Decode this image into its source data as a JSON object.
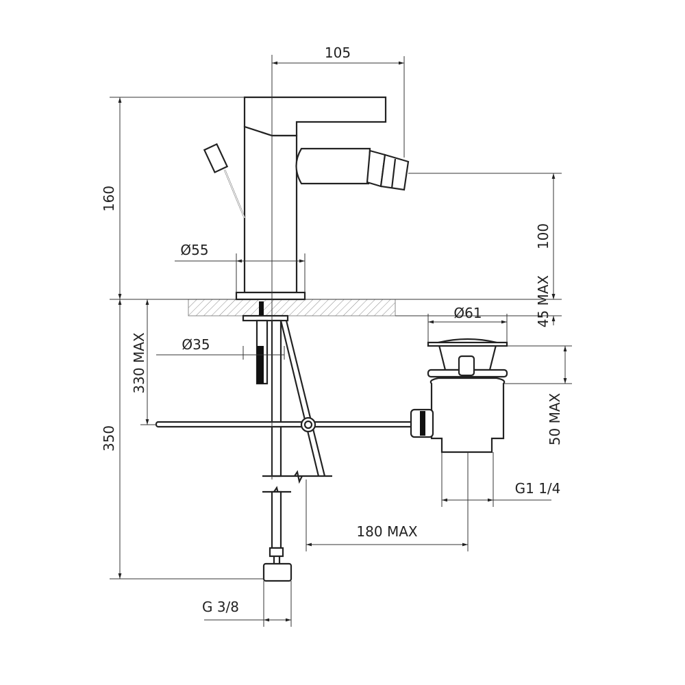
{
  "title": "Bidet mixer technical drawing",
  "dimensions": {
    "spout_reach": "105",
    "total_height": "160",
    "spout_height": "100",
    "base_diameter": "Ø55",
    "deck_thickness": "45 MAX",
    "waste_diameter": "Ø61",
    "shank_diameter": "Ø35",
    "rod_depth": "330 MAX",
    "hose_length": "350",
    "waste_height": "50 MAX",
    "waste_thread": "G1 1/4",
    "rod_reach": "180 MAX",
    "inlet_thread": "G 3/8"
  },
  "colors": {
    "line": "#222222",
    "hatch": "#888888"
  }
}
